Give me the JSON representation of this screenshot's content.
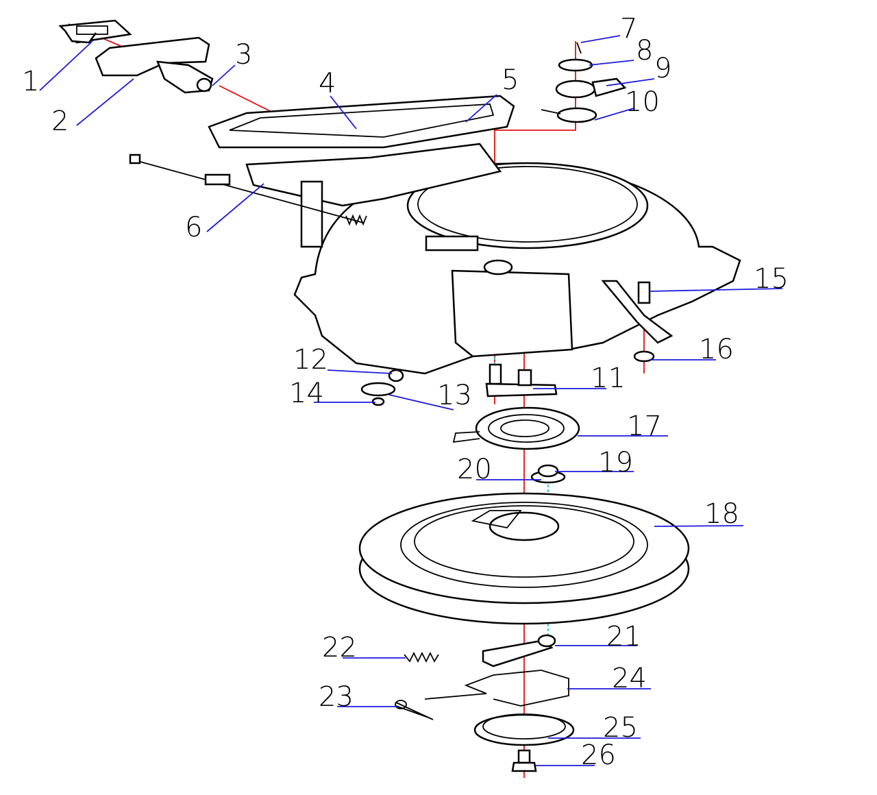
{
  "diagram": {
    "type": "exploded-parts-diagram",
    "callouts": [
      "1",
      "2",
      "3",
      "4",
      "5",
      "6",
      "7",
      "8",
      "9",
      "10",
      "11",
      "12",
      "13",
      "14",
      "15",
      "16",
      "17",
      "18",
      "19",
      "20",
      "21",
      "22",
      "23",
      "24",
      "25",
      "26"
    ],
    "colors": {
      "leader_lines": "#1a1adb",
      "axis_lines": "#e01010",
      "secondary_axis": "#20c0d0",
      "outline": "#000000"
    }
  }
}
